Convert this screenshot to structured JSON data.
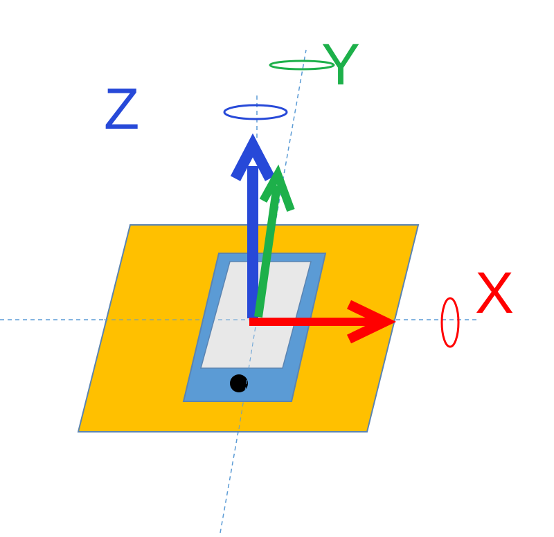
{
  "axes": {
    "x": {
      "label": "X",
      "color": "#ff0000"
    },
    "y": {
      "label": "Y",
      "color": "#1db04a"
    },
    "z": {
      "label": "Z",
      "color": "#2749d8"
    }
  },
  "colors": {
    "plane_fill": "#ffc000",
    "plane_stroke": "#5b84b1",
    "phone_body": "#5b9bd5",
    "phone_screen": "#e8e8e8",
    "phone_button": "#000000",
    "guide_line": "#5b9bd5"
  },
  "icons": {
    "device": "smartphone-icon",
    "rotation": "rotation-ring-icon"
  }
}
